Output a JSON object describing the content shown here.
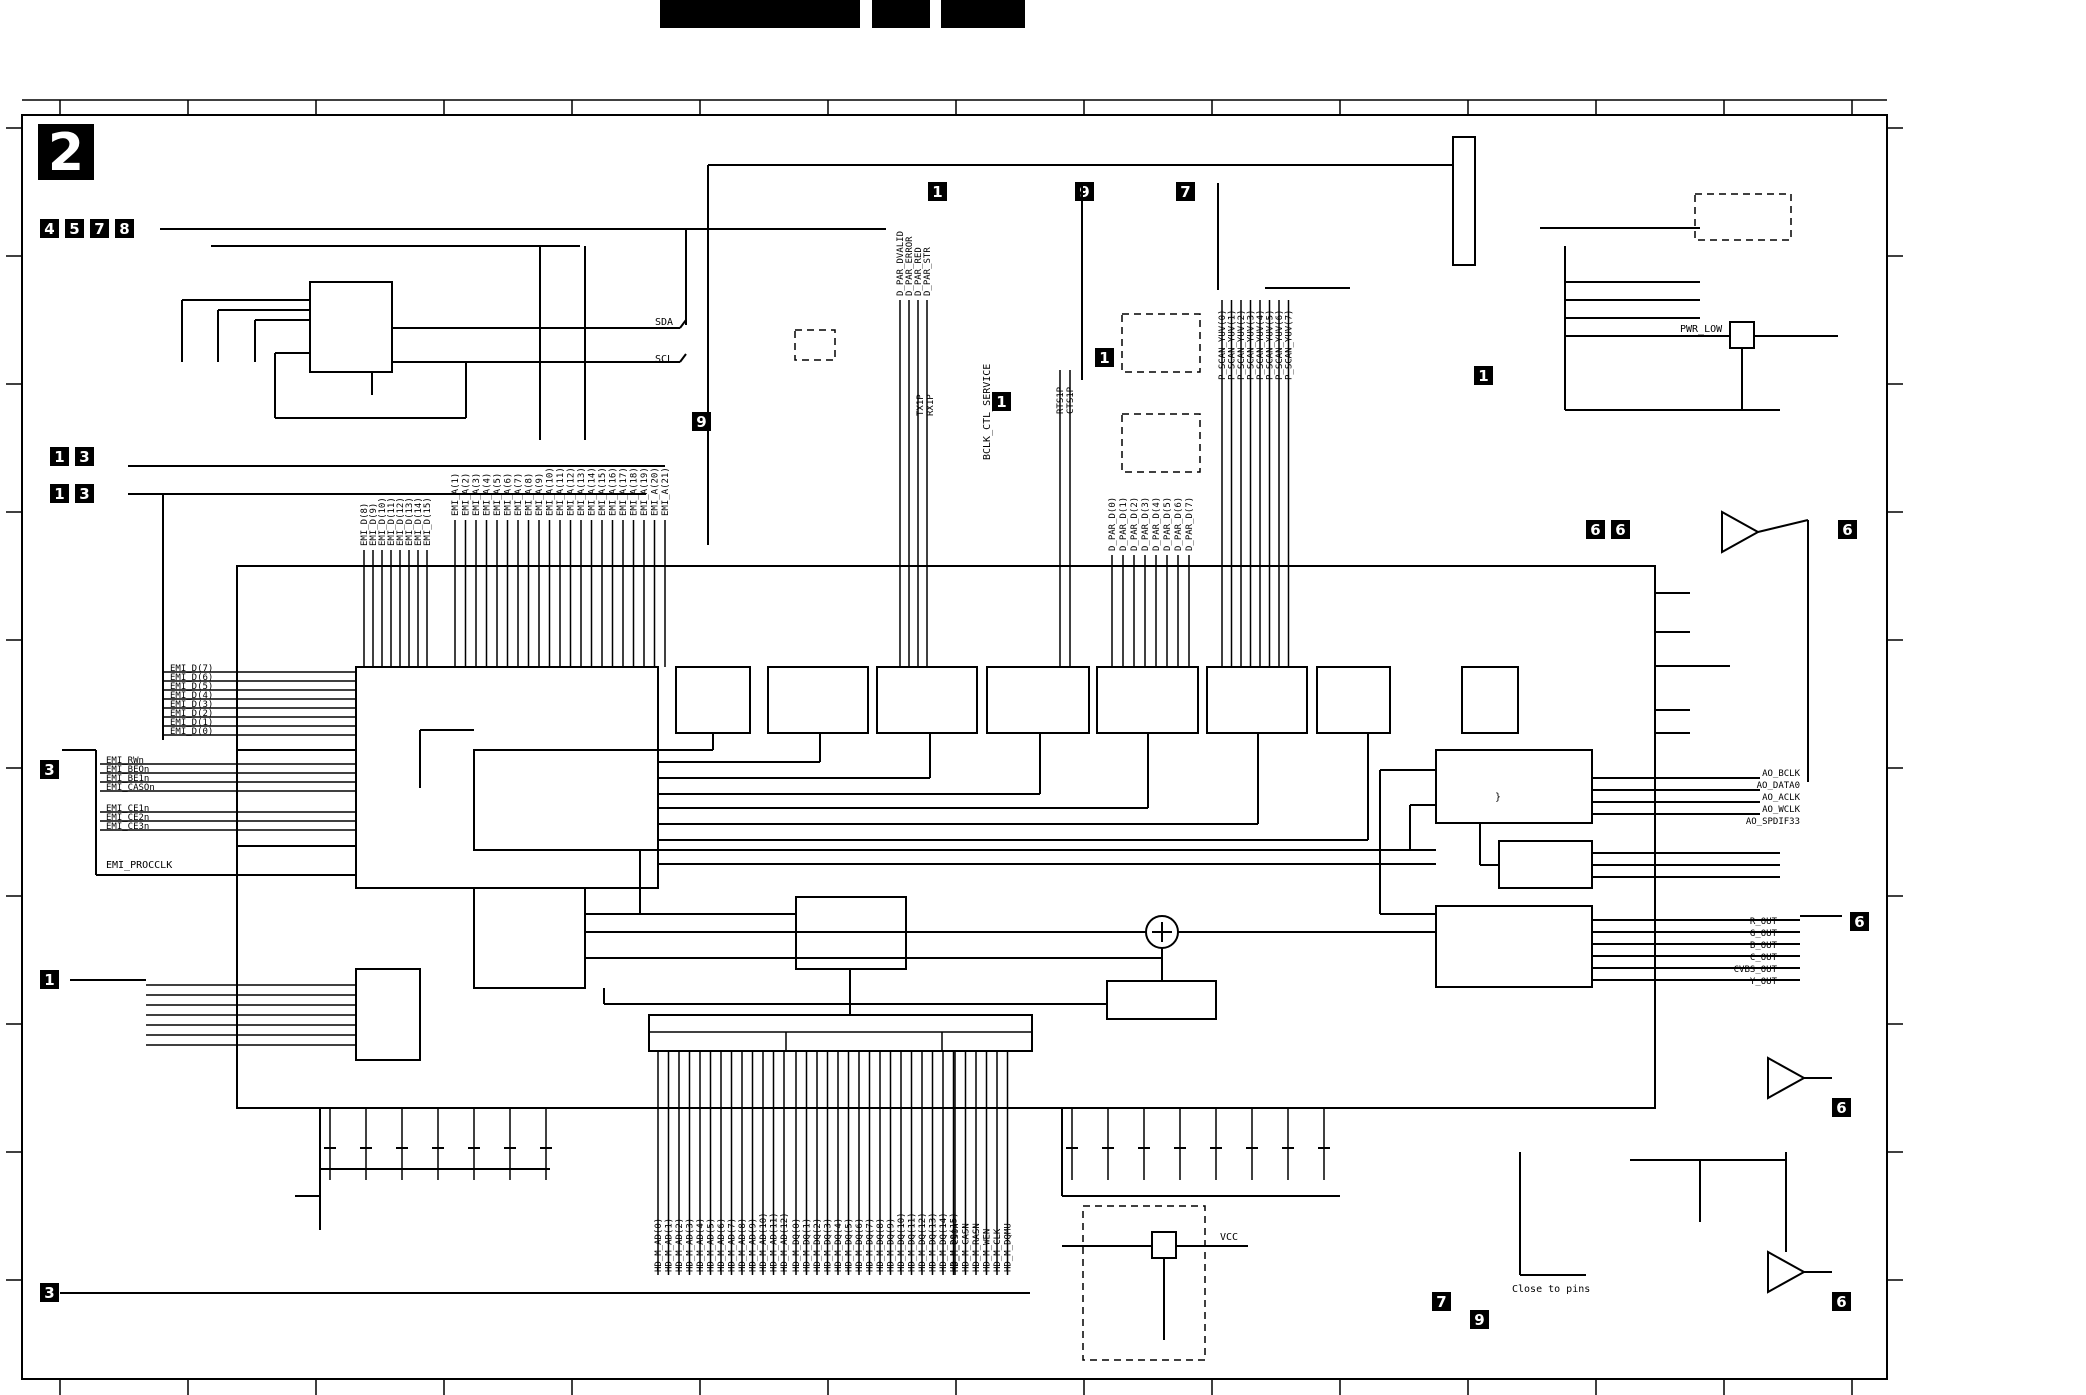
{
  "sheet": {
    "number": "2"
  },
  "badges": {
    "b4578": [
      "4",
      "5",
      "7",
      "8"
    ],
    "b1": "1",
    "b9": "9",
    "b7": "7",
    "b13": [
      "1",
      "3"
    ],
    "b16": [
      "1",
      "6"
    ],
    "b3": "3",
    "b6": "6"
  },
  "i2c": {
    "sda": "SDA",
    "scl": "SCL"
  },
  "emi": {
    "data_bus": [
      "EMI_D(7)",
      "EMI_D(6)",
      "EMI_D(5)",
      "EMI_D(4)",
      "EMI_D(3)",
      "EMI_D(2)",
      "EMI_D(1)",
      "EMI_D(0)"
    ],
    "control": [
      "EMI_RWn",
      "EMI_BEOn",
      "EMI_BE1n",
      "EMI_CASOn"
    ],
    "chip_select": [
      "EMI_CE1n",
      "EMI_CE2n",
      "EMI_CE3n"
    ],
    "clock": "EMI_PROCCLK",
    "top_data": [
      "EMI_D(8)",
      "EMI_D(9)",
      "EMI_D(10)",
      "EMI_D(11)",
      "EMI_D(12)",
      "EMI_D(13)",
      "EMI_D(14)",
      "EMI_D(15)"
    ],
    "address": [
      "EMI_A(1)",
      "EMI_A(2)",
      "EMI_A(3)",
      "EMI_A(4)",
      "EMI_A(5)",
      "EMI_A(6)",
      "EMI_A(7)",
      "EMI_A(8)",
      "EMI_A(9)",
      "EMI_A(10)",
      "EMI_A(11)",
      "EMI_A(12)",
      "EMI_A(13)",
      "EMI_A(14)",
      "EMI_A(15)",
      "EMI_A(16)",
      "EMI_A(17)",
      "EMI_A(18)",
      "EMI_A(19)",
      "EMI_A(20)",
      "EMI_A(21)"
    ]
  },
  "dpar": {
    "top": [
      "D_PAR_DVALID",
      "D_PAR_ERROR",
      "D_PAR_RED",
      "D_PAR_STR"
    ],
    "data": [
      "D_PAR_D(0)",
      "D_PAR_D(1)",
      "D_PAR_D(2)",
      "D_PAR_D(3)",
      "D_PAR_D(4)",
      "D_PAR_D(5)",
      "D_PAR_D(6)",
      "D_PAR_D(7)"
    ]
  },
  "uart": [
    "TX1P",
    "RX1P"
  ],
  "rts": [
    "RTS1P",
    "CTS1P"
  ],
  "service": "BCLK_CTL_SERVICE",
  "pscan": [
    "P_SCAN_YUV(0)",
    "P_SCAN_YUV(1)",
    "P_SCAN_YUV(2)",
    "P_SCAN_YUV(3)",
    "P_SCAN_YUV(4)",
    "P_SCAN_YUV(5)",
    "P_SCAN_YUV(6)",
    "P_SCAN_YUV(7)"
  ],
  "power": {
    "pwr_low": "PWR_LOW",
    "vcc": "VCC"
  },
  "audio": [
    "AO_BCLK",
    "AO_DATA0",
    "AO_ACLK",
    "AO_WCLK",
    "AO_SPDIF33"
  ],
  "video": [
    "R_OUT",
    "G_OUT",
    "B_OUT",
    "C_OUT",
    "CVBS_OUT",
    "Y_OUT"
  ],
  "sdram": {
    "address": [
      "HD_M_AD(0)",
      "HD_M_AD(1)",
      "HD_M_AD(2)",
      "HD_M_AD(3)",
      "HD_M_AD(4)",
      "HD_M_AD(5)",
      "HD_M_AD(6)",
      "HD_M_AD(7)",
      "HD_M_AD(8)",
      "HD_M_AD(9)",
      "HD_M_AD(10)",
      "HD_M_AD(11)",
      "HD_M_AD(12)"
    ],
    "data": [
      "HD_M_DQ(0)",
      "HD_M_DQ(1)",
      "HD_M_DQ(2)",
      "HD_M_DQ(3)",
      "HD_M_DQ(4)",
      "HD_M_DQ(5)",
      "HD_M_DQ(6)",
      "HD_M_DQ(7)",
      "HD_M_DQ(8)",
      "HD_M_DQ(9)",
      "HD_M_DQ(10)",
      "HD_M_DQ(11)",
      "HD_M_DQ(12)",
      "HD_M_DQ(13)",
      "HD_M_DQ(14)",
      "HD_M_DQ(15)"
    ],
    "control": [
      "HD_M_CS0n",
      "HD_M_CASN",
      "HD_M_RASN",
      "HD_M_WEN",
      "HD_M_CLK",
      "HD_M_DQMU"
    ]
  },
  "notes": {
    "close_to_pins": "Close to pins"
  }
}
